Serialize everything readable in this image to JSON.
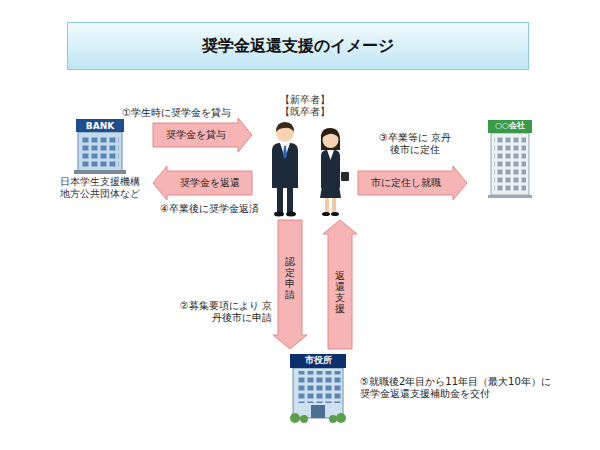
{
  "diagram": {
    "title": "奨学金返還支援のイメージ",
    "nodes": [
      {
        "text": [
          "BANK",
          "日本学生支援機構 地方公共団体など"
        ]
      },
      {
        "text": [
          "【新卒者】 【既卒者】"
        ]
      },
      {
        "text": [
          "○○会社"
        ]
      },
      {
        "text": [
          "市役所"
        ]
      }
    ],
    "edges": [
      {
        "from": 0,
        "to": 1,
        "label": "奨学金を貸与",
        "arrow": "to"
      },
      {
        "from": 1,
        "to": 0,
        "label": "奨学金を返還",
        "arrow": "to"
      },
      {
        "from": 1,
        "to": 2,
        "label": "市に定住し就職",
        "arrow": "to"
      },
      {
        "from": 1,
        "to": 3,
        "label": "認定申請",
        "arrow": "to"
      },
      {
        "from": 3,
        "to": 1,
        "label": "返還支援",
        "arrow": "to"
      }
    ],
    "labels": [
      "①学生時に奨学金を貸与",
      "③卒業等に 京丹後市に定住",
      "④卒業後に奨学金返済",
      "②募集要項により 京丹後市に申請",
      "⑤就職後2年目から11年目（最大10年）に 奨学金返還支援補助金を交付"
    ]
  }
}
